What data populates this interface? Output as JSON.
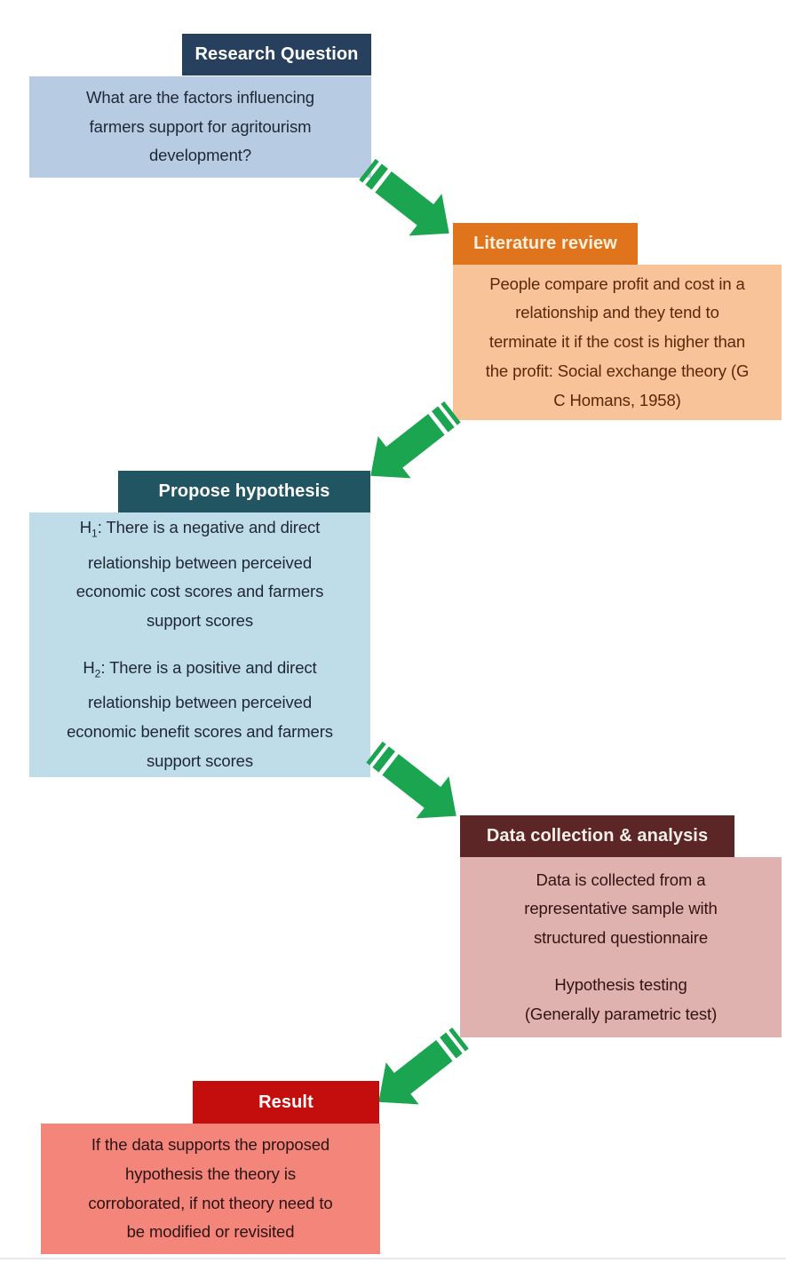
{
  "diagram": {
    "type": "flowchart",
    "topic": "Hypothesis-testing research process for agritourism support study"
  },
  "flow": {
    "steps": [
      {
        "name": "research-question",
        "label": "Research Question",
        "lines": [
          "What are the factors influencing",
          "farmers support for agritourism",
          "development?"
        ],
        "colors": {
          "header_bg": "#27405d",
          "header_text": "#ffffff",
          "body_bg": "#b7cce2",
          "body_text": "#1e2733"
        }
      },
      {
        "name": "literature-review",
        "label": "Literature review",
        "lines": [
          "People compare profit and cost in a",
          "relationship and they tend to",
          "terminate it if the cost is higher than",
          "the profit: Social exchange theory (G",
          "C Homans, 1958)"
        ],
        "colors": {
          "header_bg": "#e0741c",
          "header_text": "#faf1df",
          "body_bg": "#f8c398",
          "body_text": "#59280c"
        }
      },
      {
        "name": "propose-hypothesis",
        "label": "Propose hypothesis",
        "hypotheses": [
          {
            "pre": "H",
            "sub": "1",
            "rest": ": There is a negative and direct",
            "lines": [
              "relationship between perceived",
              "economic cost scores and farmers",
              "support scores"
            ]
          },
          {
            "pre": "H",
            "sub": "2",
            "rest": ": There is a positive and direct",
            "lines": [
              "relationship between perceived",
              "economic benefit scores and farmers",
              "support scores"
            ]
          }
        ],
        "colors": {
          "header_bg": "#215561",
          "header_text": "#ffffff",
          "body_bg": "#bedde9",
          "body_text": "#1e2733"
        }
      },
      {
        "name": "data-collection-analysis",
        "label": "Data collection & analysis",
        "paragraphs": [
          {
            "lines": [
              "Data is collected from a",
              "representative sample with",
              "structured questionnaire"
            ]
          },
          {
            "lines": [
              "Hypothesis testing",
              "(Generally parametric test)"
            ]
          }
        ],
        "colors": {
          "header_bg": "#5c2626",
          "header_text": "#f7f0ea",
          "body_bg": "#dfb1af",
          "body_text": "#321413"
        }
      },
      {
        "name": "result",
        "label": "Result",
        "lines": [
          "If the data supports the proposed",
          "hypothesis the theory is",
          "corroborated, if not theory need to",
          "be modified or revisited"
        ],
        "colors": {
          "header_bg": "#c40d0d",
          "header_text": "#ffffff",
          "body_bg": "#f4857b",
          "body_text": "#2a1413"
        }
      }
    ],
    "arrows": [
      {
        "name": "arrow-1",
        "direction": "down-right",
        "color": "#1ba551"
      },
      {
        "name": "arrow-2",
        "direction": "down-left",
        "color": "#1ba551"
      },
      {
        "name": "arrow-3",
        "direction": "down-right",
        "color": "#1ba551"
      },
      {
        "name": "arrow-4",
        "direction": "down-left",
        "color": "#1ba551"
      }
    ],
    "divider_color": "#e6eaef"
  }
}
